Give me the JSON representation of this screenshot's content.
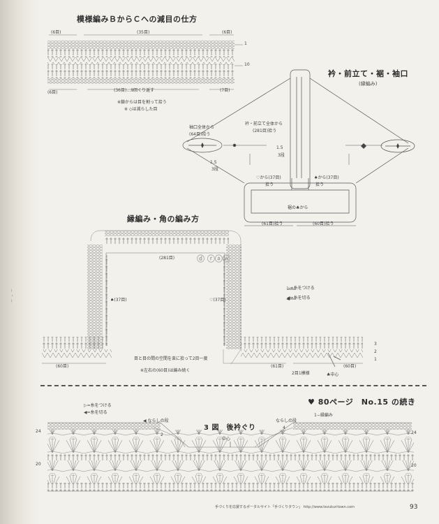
{
  "left_margin_marks": "− ・ −",
  "section1": {
    "title": "模様編みＢからＣへの減目の仕方",
    "top_left": "(6目)",
    "top_center": "(35目)",
    "top_right": "(6目)",
    "row_right_1": "1",
    "row_right_10": "10",
    "bottom_left": "(6目)",
    "bottom_center": "(36目)…9回くり返す",
    "bottom_right": "(7目)",
    "note1": "※鎖からは目を割って拾う",
    "note2": "※ ◇は減らした目"
  },
  "section2": {
    "title": "衿・前立て・裾・袖口",
    "subtitle": "(縁編み)",
    "sleeve_label1": "袖口全体から",
    "sleeve_label2": "(64目)拾う",
    "front_label1": "衿・前立て全体から",
    "front_label2": "(281目)拾う",
    "rows_label_a": "1.5",
    "rows_label_b": "3段",
    "heart_from": "♡から(37目)",
    "heart_pick": "拾う",
    "spade_from": "♠から(37目)",
    "spade_pick": "拾う",
    "hem_label": "裾の♣から",
    "bottom_left": "(61目)拾う",
    "bottom_right": "(60目)拾う"
  },
  "section3": {
    "title": "縁編み・角の編み方",
    "top_count": "(281目)",
    "left_count": "♠(37目)",
    "right_count": "♡(37目)",
    "legend_attach": "▷=糸をつける",
    "legend_cut": "◀=糸を切る",
    "row3": "3",
    "row2": "2",
    "row1": "1",
    "bottom_left_count": "(60目)",
    "center_note": "目と目の間の空間を束に拾って2目一度",
    "bottom_left_note": "※左右の(60目)は編み続く",
    "bottom_right_61": "(61目)",
    "bottom_right_60": "(60目)",
    "pattern_repeat": "2目1模様",
    "center_label": "♣中心",
    "watermark": "ⓓ ⓡⓐⓦ"
  },
  "section4": {
    "header": "♥ 80ページ　No.15 の続き",
    "legend_attach": "▷=糸をつける",
    "legend_cut": "◀=糸を切る",
    "title": "3 図　後衿ぐり",
    "center": "中心",
    "smooth_left": "◀ ならしの段",
    "row2_left": "2",
    "smooth_right": "ならしの段",
    "row4": "4",
    "edge_label": "1−縁編み",
    "row24_left": "24",
    "row20_left": "20",
    "row24_right": "24",
    "row20_right": "20"
  },
  "footer": {
    "text": "手づくりを応援するポータルサイト「手づくりタウン」 http://www.tezukuritown.com",
    "page_number": "93"
  }
}
